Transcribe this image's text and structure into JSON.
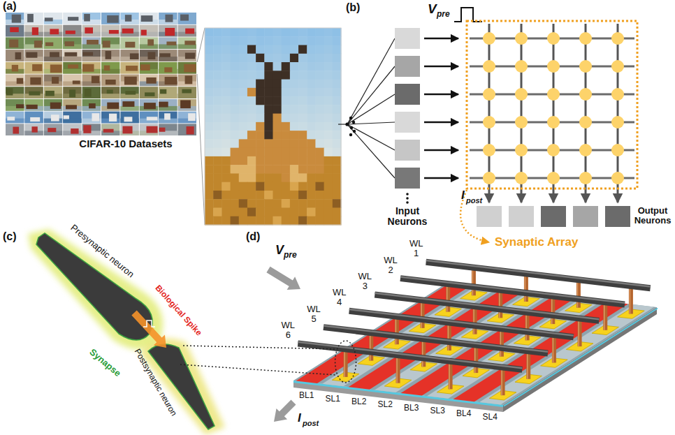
{
  "diagram": {
    "labels": [
      "(a)",
      "CIFAR-10 Datasets",
      "(b)",
      "V",
      "pre",
      "Input Neurons",
      "I",
      "post",
      "Output Neurons",
      "Synaptic Array",
      "(c)",
      "Presynaptic neuron",
      "Biological Spike",
      "Synapse",
      "Postsynaptic neuron",
      "(d)",
      "V",
      "pre",
      "WL 1",
      "WL 2",
      "WL 3",
      "WL 4",
      "WL 5",
      "WL 6",
      "BL1",
      "SL1",
      "BL2",
      "SL2",
      "BL3",
      "SL3",
      "BL4",
      "SL4",
      "I",
      "post"
    ]
  }
}
